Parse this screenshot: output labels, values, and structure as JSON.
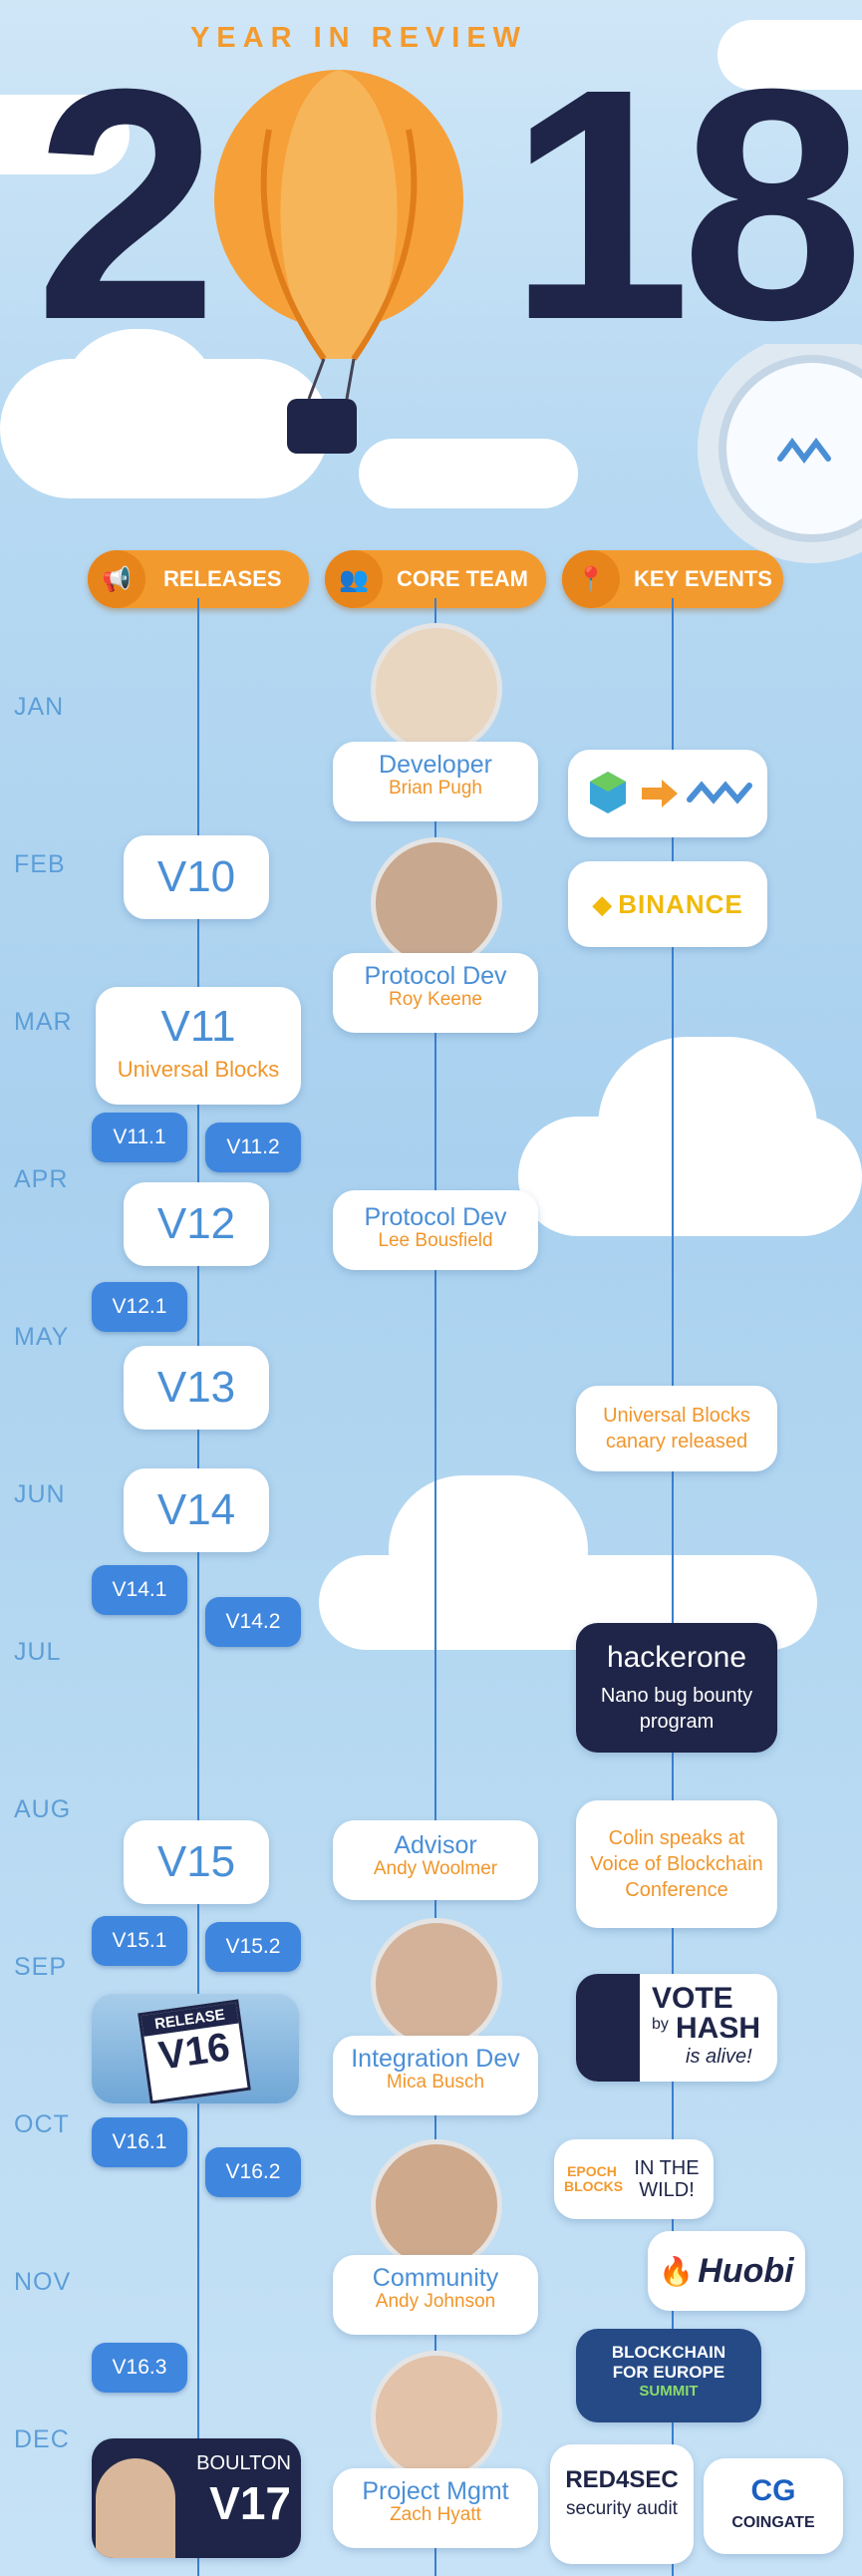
{
  "header": {
    "kicker": "YEAR IN REVIEW",
    "year_left": "2",
    "year_right": "18"
  },
  "categories": [
    {
      "label": "RELEASES",
      "icon": "megaphone-icon"
    },
    {
      "label": "CORE TEAM",
      "icon": "team-icon"
    },
    {
      "label": "KEY EVENTS",
      "icon": "location-pin-icon"
    }
  ],
  "months": [
    "JAN",
    "FEB",
    "MAR",
    "APR",
    "MAY",
    "JUN",
    "JUL",
    "AUG",
    "SEP",
    "OCT",
    "NOV",
    "DEC"
  ],
  "releases": {
    "v10": "V10",
    "v11": "V11",
    "v11_sub": "Universal Blocks",
    "v11_1": "V11.1",
    "v11_2": "V11.2",
    "v12": "V12",
    "v12_1": "V12.1",
    "v13": "V13",
    "v14": "V14",
    "v14_1": "V14.1",
    "v14_2": "V14.2",
    "v15": "V15",
    "v15_1": "V15.1",
    "v15_2": "V15.2",
    "v16_banner": "RELEASE",
    "v16": "V16",
    "v16_1": "V16.1",
    "v16_2": "V16.2",
    "v16_3": "V16.3",
    "v17_top": "BOULTON",
    "v17": "V17"
  },
  "team": [
    {
      "role": "Developer",
      "name": "Brian Pugh"
    },
    {
      "role": "Protocol Dev",
      "name": "Roy Keene"
    },
    {
      "role": "Protocol Dev",
      "name": "Lee Bousfield"
    },
    {
      "role": "Advisor",
      "name": "Andy Woolmer"
    },
    {
      "role": "Integration Dev",
      "name": "Mica Busch"
    },
    {
      "role": "Community",
      "name": "Andy Johnson"
    },
    {
      "role": "Project Mgmt",
      "name": "Zach Hyatt"
    }
  ],
  "events": {
    "binance": "BINANCE",
    "ub_canary": "Universal Blocks canary released",
    "hackerone_logo": "hackerone",
    "hackerone_text": "Nano bug bounty program",
    "colin": "Colin speaks at Voice of Blockchain Conference",
    "vote_line1": "VOTE",
    "vote_by": "by",
    "vote_hash": "HASH",
    "vote_alive": "is alive!",
    "epoch_logo": "EPOCH BLOCKS",
    "epoch_text": "IN THE WILD!",
    "huobi": "Huobi",
    "bfe_line1": "BLOCKCHAIN",
    "bfe_line2": "FOR EUROPE",
    "bfe_line3": "SUMMIT",
    "red4sec_logo": "RED4SEC",
    "red4sec_text": "security audit",
    "coingate": "COINGATE"
  },
  "colors": {
    "orange": "#f39a2e",
    "blue": "#3f86de",
    "navy": "#1f2c4f"
  }
}
